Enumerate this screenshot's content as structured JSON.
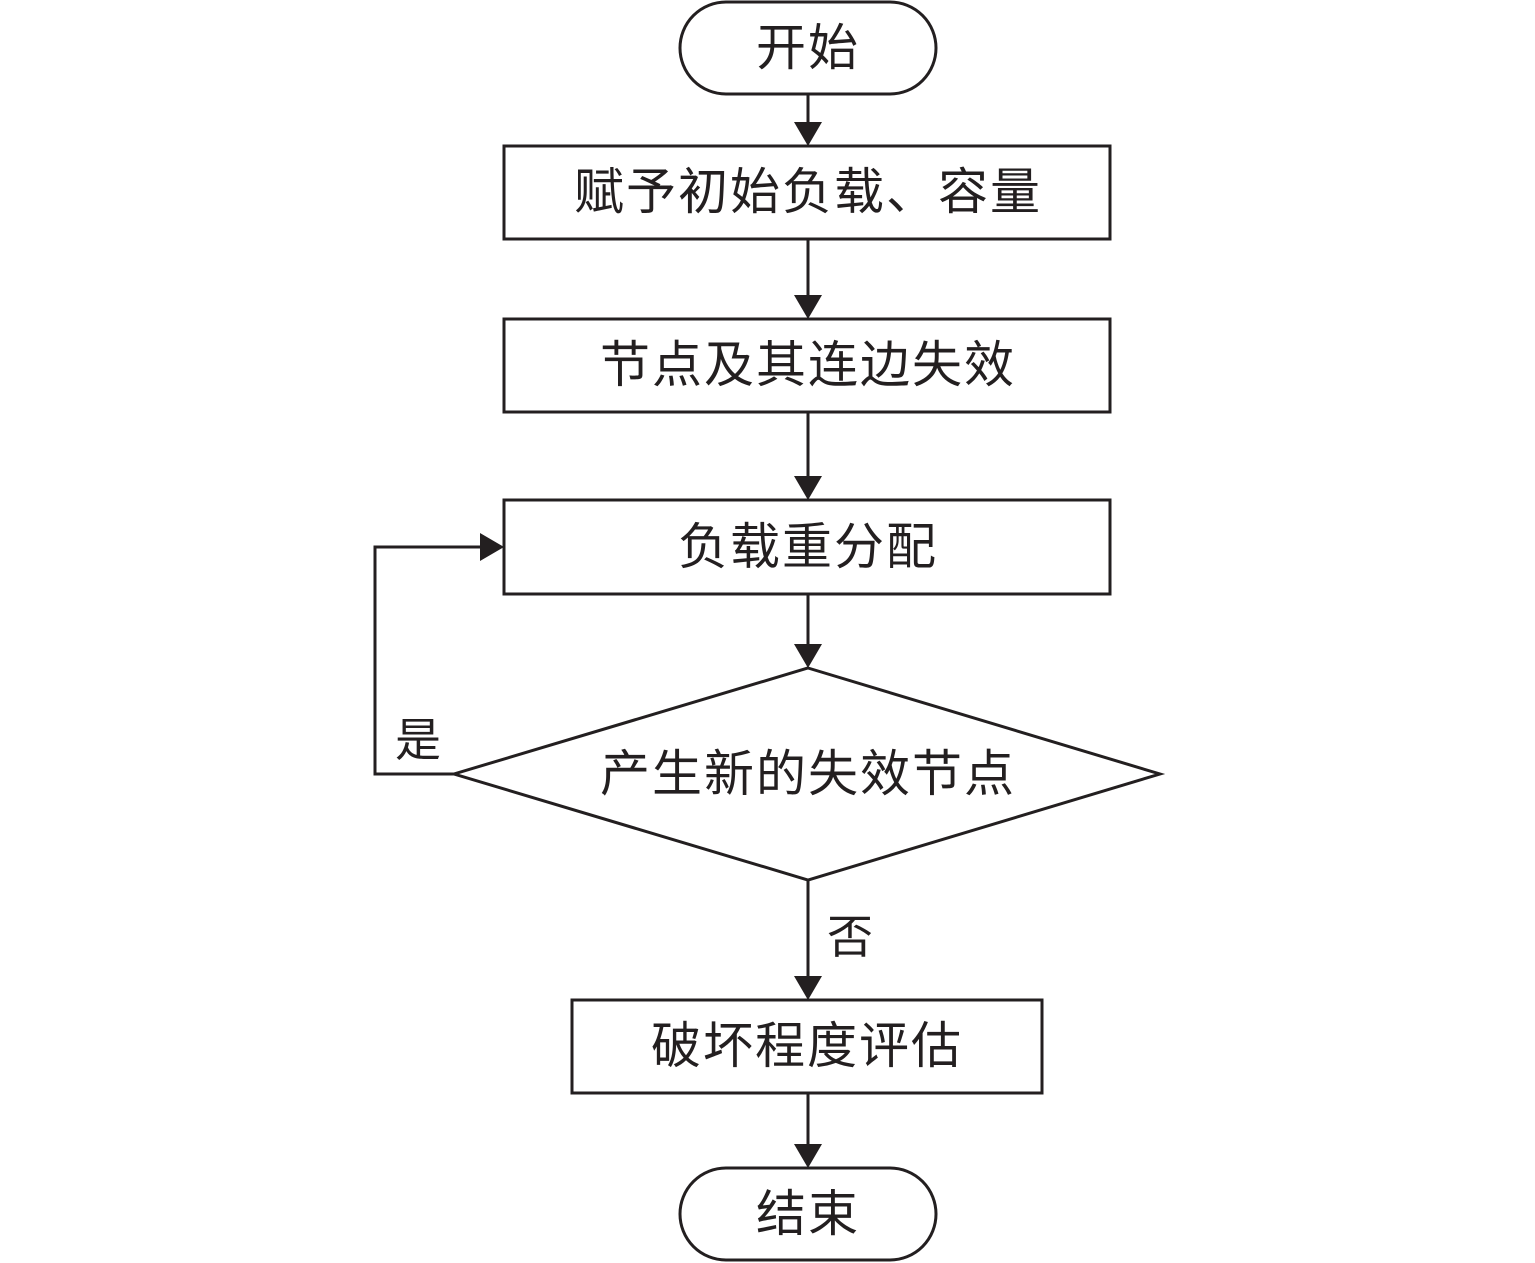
{
  "nodes": {
    "start": "开始",
    "init": "赋予初始负载、容量",
    "fail": "节点及其连边失效",
    "redistribute": "负载重分配",
    "decision": "产生新的失效节点",
    "evaluate": "破坏程度评估",
    "end": "结束"
  },
  "edges": {
    "yes": "是",
    "no": "否"
  }
}
